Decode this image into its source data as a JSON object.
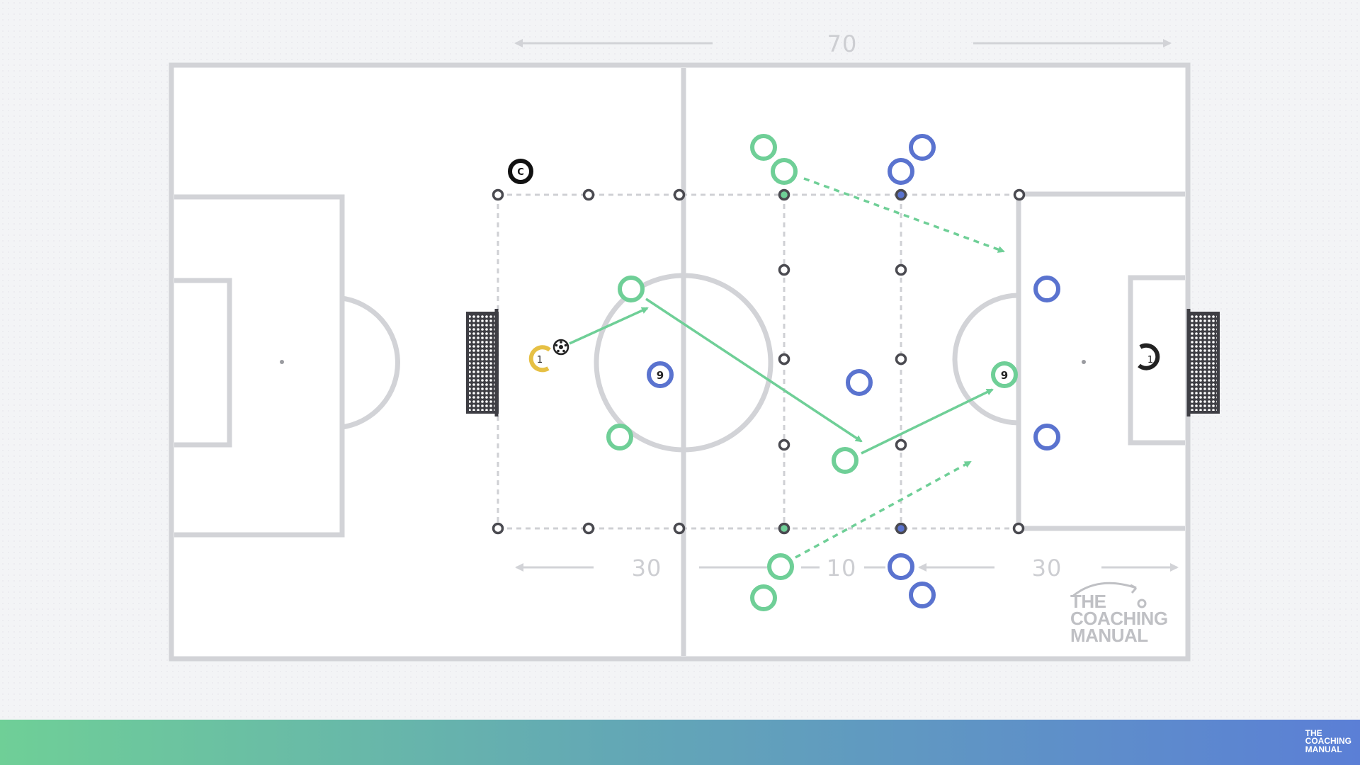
{
  "dimensions": {
    "top": "70",
    "left_section": "30",
    "middle_section": "10",
    "right_section": "30"
  },
  "logo": {
    "line1": "THE",
    "line2": "COACHING",
    "line3": "MANUAL"
  },
  "footer_logo": {
    "line1": "THE",
    "line2": "COACHING",
    "line3": "MANUAL"
  },
  "markers": {
    "coach": "C",
    "gk_left": "1",
    "gk_right": "1",
    "blue_nine": "9",
    "green_nine": "9"
  },
  "colors": {
    "green_team": "#6fcf97",
    "blue_team": "#5a73cf",
    "goalkeeper": "#e6c044",
    "lines": "#d2d3d7",
    "footer_start": "#6fcf97",
    "footer_end": "#5b7fd6"
  },
  "icons": [
    "coach-icon",
    "ball-icon",
    "goal-net-icon",
    "cone-icon",
    "logo-icon"
  ]
}
